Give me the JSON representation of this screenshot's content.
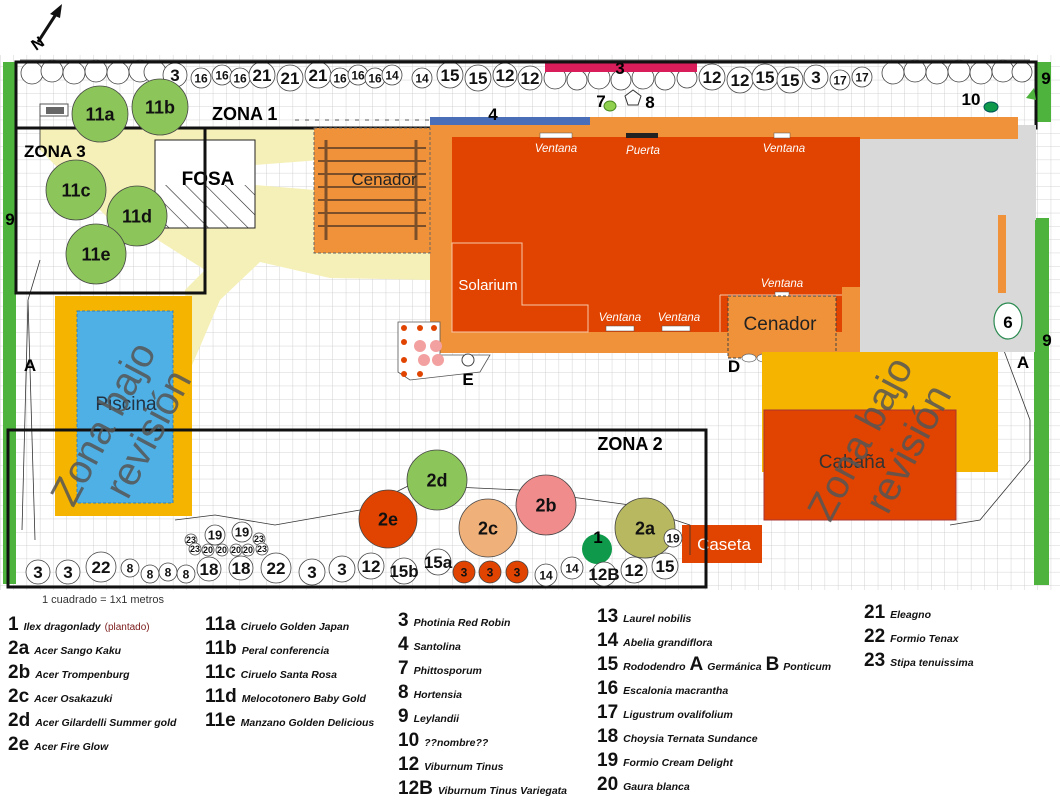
{
  "plan": {
    "scale_note": "1 cuadrado = 1x1 metros",
    "labels": {
      "zona1": "ZONA 1",
      "zona2": "ZONA 2",
      "zona3": "ZONA 3",
      "fosa": "FOSA",
      "cenador": "Cenador",
      "solarium": "Solarium",
      "piscina": "Piscina",
      "cabana": "Cabaña",
      "caseta": "Caseta",
      "ventana": "Ventana",
      "puerta": "Puerta",
      "zona_bajo": "Zona bajo",
      "revision": "revisión",
      "A": "A",
      "D": "D",
      "E": "E",
      "nine": "9"
    },
    "top_row_1": [
      "3",
      "16",
      "16",
      "16",
      "21",
      "21",
      "21",
      "16",
      "16",
      "16",
      "14",
      "14",
      "15",
      "15",
      "12",
      "12"
    ],
    "top_row_2": [
      "12",
      "12",
      "15",
      "15",
      "3",
      "17",
      "17"
    ],
    "bottom_row": [
      "3",
      "3",
      "22",
      "8",
      "8",
      "8",
      "8",
      "18",
      "18",
      "22",
      "3",
      "3",
      "12",
      "15b",
      "15a",
      "3",
      "3",
      "3",
      "14",
      "14",
      "12B",
      "12",
      "15",
      "19"
    ],
    "cluster": [
      "19",
      "19",
      "23",
      "23",
      "20",
      "20",
      "20",
      "20",
      "23",
      "23"
    ],
    "markers": {
      "m3": "3",
      "m4": "4",
      "m7": "7",
      "m8": "8",
      "m10": "10",
      "m6": "6",
      "m1": "1"
    },
    "trees": {
      "t11a": "11a",
      "t11b": "11b",
      "t11c": "11c",
      "t11d": "11d",
      "t11e": "11e",
      "t2a": "2a",
      "t2b": "2b",
      "t2c": "2c",
      "t2d": "2d",
      "t2e": "2e"
    },
    "colors": {
      "house": "#e04400",
      "terrace": "#f0923a",
      "pool": "#4fb0e6",
      "pool_rim": "#f5b400",
      "hedge": "#4db33d",
      "zone_border": "#111111",
      "magenta_bar": "#d91d5a",
      "blue_bar": "#4a6fb8"
    }
  },
  "legend": {
    "col1": [
      {
        "code": "1",
        "name": "Ilex dragonlady",
        "note": "(plantado)"
      },
      {
        "code": "2a",
        "name": "Acer Sango Kaku"
      },
      {
        "code": "2b",
        "name": "Acer Trompenburg"
      },
      {
        "code": "2c",
        "name": "Acer Osakazuki"
      },
      {
        "code": "2d",
        "name": "Acer Gilardelli Summer gold"
      },
      {
        "code": "2e",
        "name": "Acer Fire Glow"
      }
    ],
    "col2": [
      {
        "code": "11a",
        "name": "Ciruelo Golden Japan"
      },
      {
        "code": "11b",
        "name": "Peral conferencia"
      },
      {
        "code": "11c",
        "name": "Ciruelo Santa Rosa"
      },
      {
        "code": "11d",
        "name": "Melocotonero Baby Gold"
      },
      {
        "code": "11e",
        "name": "Manzano Golden Delicious"
      }
    ],
    "col3": [
      {
        "code": "3",
        "name": "Photinia Red Robin"
      },
      {
        "code": "4",
        "name": "Santolina"
      },
      {
        "code": "7",
        "name": "Phittosporum"
      },
      {
        "code": "8",
        "name": "Hortensia"
      },
      {
        "code": "9",
        "name": "Leylandii"
      },
      {
        "code": "10",
        "name": "??nombre??"
      },
      {
        "code": "12",
        "name": "Viburnum Tinus"
      },
      {
        "code": "12B",
        "name": "Viburnum Tinus Variegata"
      }
    ],
    "col4": [
      {
        "code": "13",
        "name": "Laurel nobilis"
      },
      {
        "code": "14",
        "name": "Abelia grandiflora"
      },
      {
        "code": "15",
        "name": "Rododendro",
        "extra": {
          "a": "A",
          "a_name": "Germánica",
          "b": "B",
          "b_name": "Ponticum"
        }
      },
      {
        "code": "16",
        "name": "Escalonia macrantha"
      },
      {
        "code": "17",
        "name": "Ligustrum ovalifolium"
      },
      {
        "code": "18",
        "name": "Choysia Ternata Sundance"
      },
      {
        "code": "19",
        "name": "Formio Cream Delight"
      },
      {
        "code": "20",
        "name": "Gaura blanca"
      }
    ],
    "col5": [
      {
        "code": "21",
        "name": "Eleagno"
      },
      {
        "code": "22",
        "name": "Formio Tenax"
      },
      {
        "code": "23",
        "name": "Stipa tenuissima"
      }
    ]
  }
}
